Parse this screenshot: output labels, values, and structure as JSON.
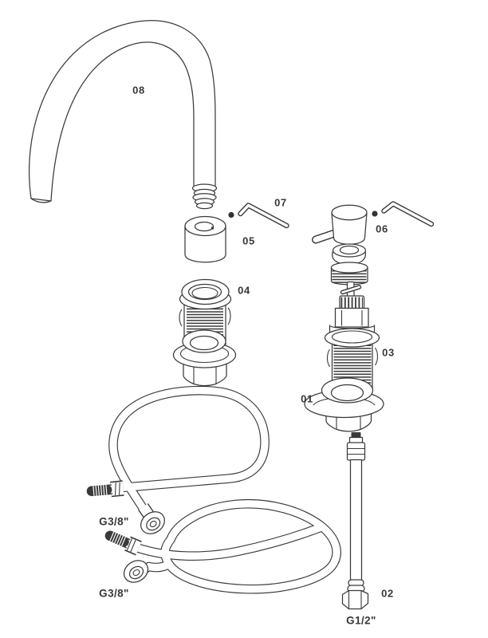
{
  "diagram": {
    "kind": "exploded-parts-diagram",
    "subject": "single-lever-basin-mixer-tap",
    "background": "#ffffff",
    "line_color": "#3a3a3a",
    "text_color": "#383838",
    "part_labels": [
      {
        "number": "08",
        "part": "curved-spout"
      },
      {
        "number": "07",
        "part": "hex-key-spout-set-screw"
      },
      {
        "number": "05",
        "part": "spout-holder-cylinder"
      },
      {
        "number": "04",
        "part": "spout-threaded-shank"
      },
      {
        "number": "06",
        "part": "control-handle"
      },
      {
        "number": "03",
        "part": "cartridge-threaded-shank"
      },
      {
        "number": "01",
        "part": "washer-flange-mounting-nut"
      },
      {
        "number": "02",
        "part": "supply-pipe"
      }
    ],
    "thread_labels": [
      {
        "text": "G3/8\"",
        "connection": "flexible-hose-1"
      },
      {
        "text": "G3/8\"",
        "connection": "flexible-hose-2"
      },
      {
        "text": "G1/2\"",
        "connection": "supply-pipe"
      }
    ]
  }
}
